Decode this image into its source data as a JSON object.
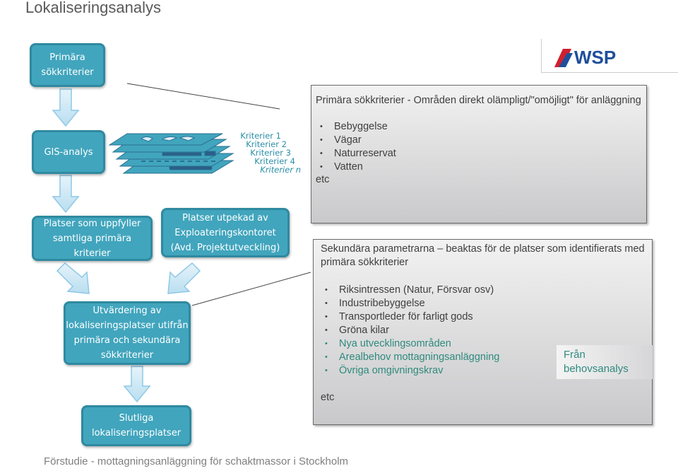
{
  "title": "Lokaliseringsanalys",
  "boxes": {
    "primary": "Primära sökkriterier",
    "gis": "GIS-analys",
    "fulfill": "Platser som uppfyller samtliga primära kriterier",
    "designated": "Platser utpekad av Exploateringskontoret (Avd. Projektutveckling)",
    "evaluation": "Utvärdering av lokaliseringsplatser utifrån primära och sekundära sökkriterier",
    "final": "Slutliga lokaliseringsplatser"
  },
  "layers": [
    "Kriterier 1",
    "Kriterier 2",
    "Kriterier 3",
    "Kriterier 4",
    "Kriterier n"
  ],
  "primary_panel": {
    "heading": "Primära sökkriterier - Områden direkt olämpligt/\"omöjligt\" för anläggning",
    "items": [
      "Bebyggelse",
      "Vägar",
      "Naturreservat",
      "Vatten"
    ],
    "etc": "etc"
  },
  "secondary_panel": {
    "heading": "Sekundära parametrarna – beaktas för de platser som identifierats med primära sökkriterier",
    "items": [
      "Riksintressen (Natur, Försvar osv)",
      "Industribebyggelse",
      "Transportleder för farligt gods",
      "Gröna kilar"
    ],
    "highlight_items": [
      "Nya utvecklingsområden",
      "Arealbehov mottagningsanläggning",
      "Övriga omgivningskrav"
    ],
    "etc": "etc",
    "callout": "Från behovsanalys"
  },
  "logo": "WSP",
  "footer": "Förstudie - mottagningsanläggning för schaktmassor i Stockholm",
  "colors": {
    "box": "#41a5bd",
    "accent_text": "#2f8a7e",
    "logo_red": "#d0202f",
    "logo_blue": "#1f4f9a"
  }
}
